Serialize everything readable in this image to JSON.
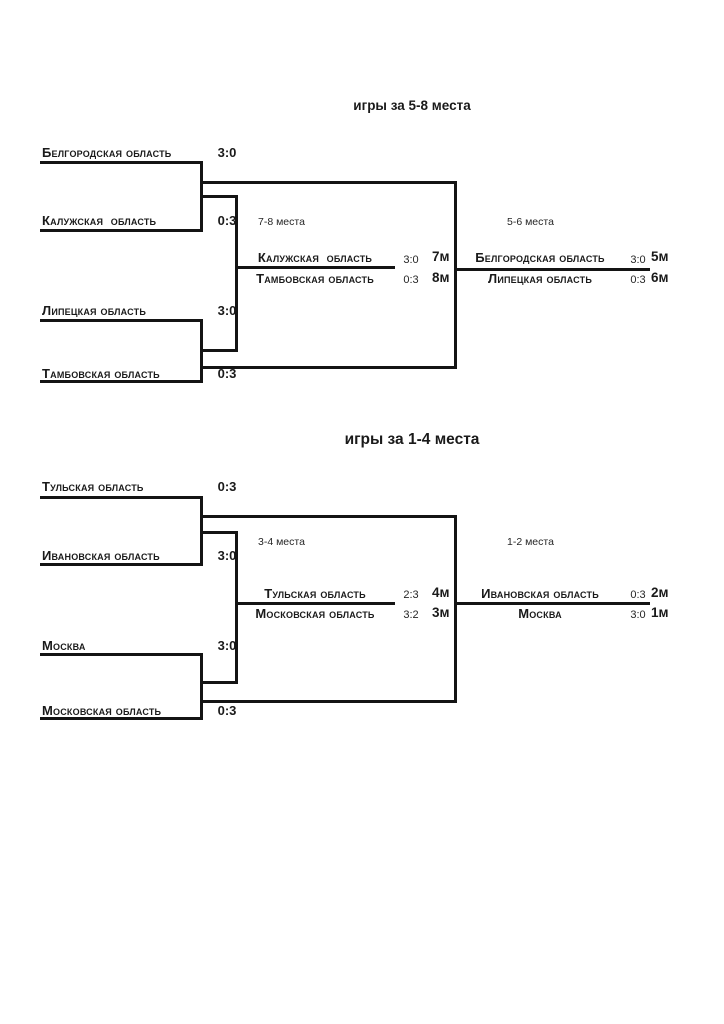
{
  "page": {
    "background": "#ffffff",
    "line_color": "#141414",
    "text_color": "#1a1a1a"
  },
  "brackets": [
    {
      "title": "игры за 5-8 места",
      "semifinals": [
        {
          "team": "Белгородская область",
          "score": "3:0"
        },
        {
          "team": "Калужская  область",
          "score": "0:3"
        },
        {
          "team": "Липецкая область",
          "score": "3:0"
        },
        {
          "team": "Тамбовская область",
          "score": "0:3"
        }
      ],
      "consolation_final": {
        "label": "7-8 места",
        "rows": [
          {
            "team": "Калужская  область",
            "score": "3:0",
            "place": "7м"
          },
          {
            "team": "Тамбовская область",
            "score": "0:3",
            "place": "8м"
          }
        ]
      },
      "main_final": {
        "label": "5-6 места",
        "rows": [
          {
            "team": "Белгородская область",
            "score": "3:0",
            "place": "5м"
          },
          {
            "team": "Липецкая область",
            "score": "0:3",
            "place": "6м"
          }
        ]
      }
    },
    {
      "title": "игры за 1-4 места",
      "semifinals": [
        {
          "team": "Тульская область",
          "score": "0:3"
        },
        {
          "team": "Ивановская область",
          "score": "3:0"
        },
        {
          "team": "Москва",
          "score": "3:0"
        },
        {
          "team": "Московская область",
          "score": "0:3"
        }
      ],
      "consolation_final": {
        "label": "3-4 места",
        "rows": [
          {
            "team": "Тульская область",
            "score": "2:3",
            "place": "4м"
          },
          {
            "team": "Московская область",
            "score": "3:2",
            "place": "3м"
          }
        ]
      },
      "main_final": {
        "label": "1-2 места",
        "rows": [
          {
            "team": "Ивановская область",
            "score": "0:3",
            "place": "2м"
          },
          {
            "team": "Москва",
            "score": "3:0",
            "place": "1м"
          }
        ]
      }
    }
  ]
}
